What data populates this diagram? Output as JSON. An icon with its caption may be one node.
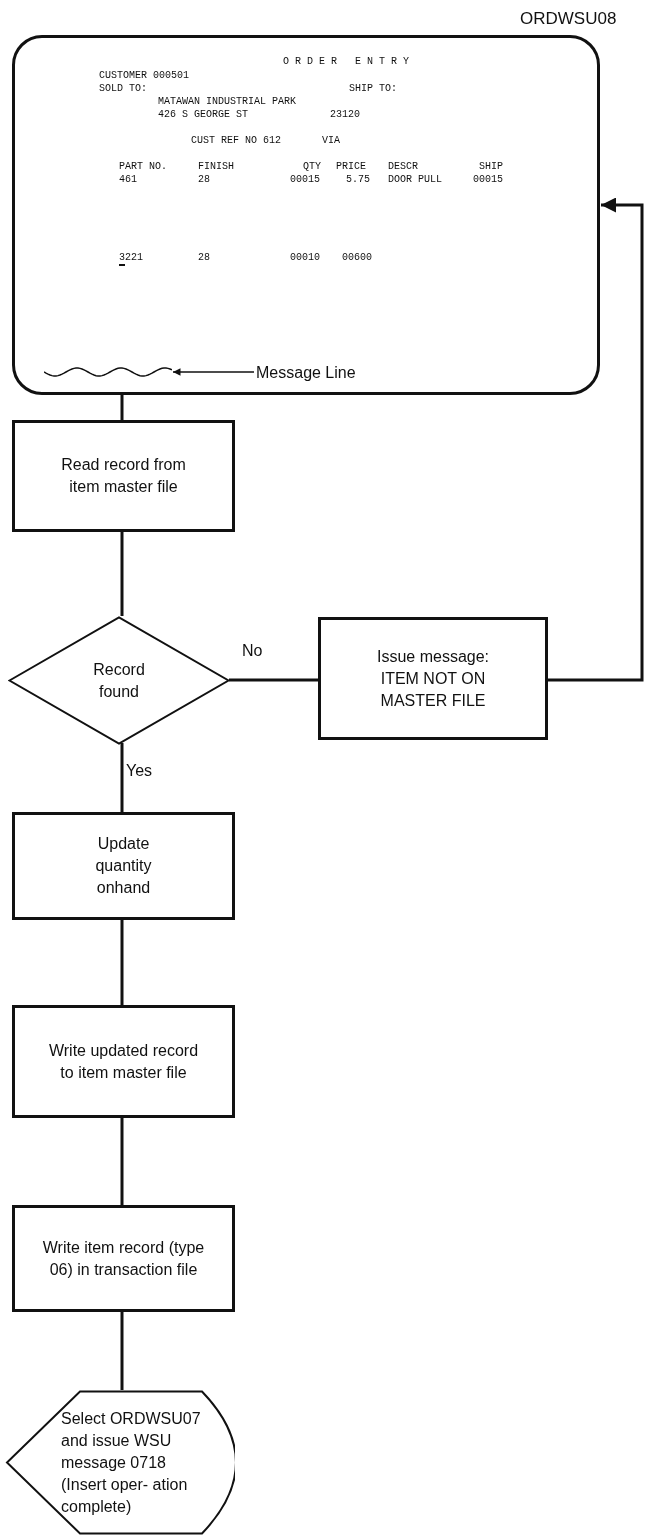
{
  "diagram": {
    "nodes": [
      {
        "text": [
          "ORDWSU08",
          "ORDER ENTRY",
          "CUSTOMER 000501",
          "SOLD TO:",
          "SHIP TO:",
          "MATAWAN INDUSTRIAL PARK",
          "426 S GEORGE ST",
          "23120",
          "CUST REF NO 612",
          "VIA",
          "PART NO.",
          "FINISH",
          "QTY",
          "PRICE",
          "DESCR",
          "SHIP",
          "461",
          "28",
          "00015",
          "5.75",
          "DOOR PULL",
          "00015",
          "3221",
          "28",
          "00010",
          "00600"
        ]
      },
      {
        "text": [],
        "shape": "line",
        "in": 0
      },
      {
        "text": [
          "Message Line"
        ],
        "in": 0
      },
      {
        "text": [
          "Read record from item master file"
        ]
      },
      {
        "text": [
          "Record found"
        ]
      },
      {
        "text": [
          "Issue message: ITEM NOT ON MASTER FILE"
        ]
      },
      {
        "text": [
          "Update quantity onhand"
        ]
      },
      {
        "text": [
          "Write updated record to item master file"
        ]
      },
      {
        "text": [
          "Write item record (type 06) in transaction file"
        ]
      },
      {
        "text": [
          "Select ORDWSU07 and issue WSU message 0718 (Insert oper- ation complete)"
        ]
      }
    ],
    "edges": [
      {
        "from": 0,
        "to": 3,
        "arrow": "none"
      },
      {
        "from": 2,
        "to": 1,
        "arrow": "to"
      },
      {
        "from": 3,
        "to": 4,
        "arrow": "none"
      },
      {
        "from": 4,
        "to": 5,
        "arrow": "none",
        "label": "No"
      },
      {
        "from": 5,
        "to": 0,
        "arrow": "to"
      },
      {
        "from": 4,
        "to": 6,
        "arrow": "none",
        "label": "Yes"
      },
      {
        "from": 6,
        "to": 7,
        "arrow": "none"
      },
      {
        "from": 7,
        "to": 8,
        "arrow": "none"
      },
      {
        "from": 8,
        "to": 9,
        "arrow": "none"
      }
    ]
  }
}
